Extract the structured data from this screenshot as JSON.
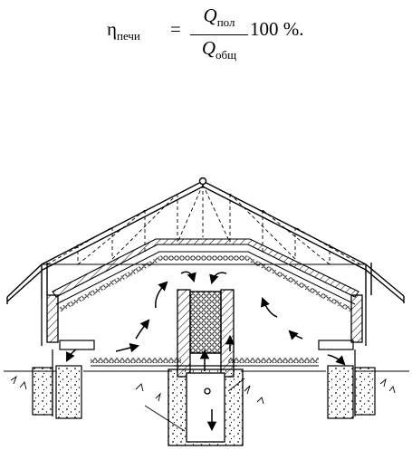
{
  "formula": {
    "lhs_symbol": "η",
    "lhs_subscript": "печи",
    "equals": "=",
    "numerator_symbol": "Q",
    "numerator_subscript": "пол",
    "denominator_symbol": "Q",
    "denominator_subscript": "общ",
    "tail": "100 %."
  },
  "diagram": {
    "kind": "cross-section of greenhouse with stove heating: gable roof truss, insulated ceiling with pipes, central stove with flue and firebox pit, air flow arrows",
    "line_color": "#000000",
    "background_color": "#ffffff"
  }
}
